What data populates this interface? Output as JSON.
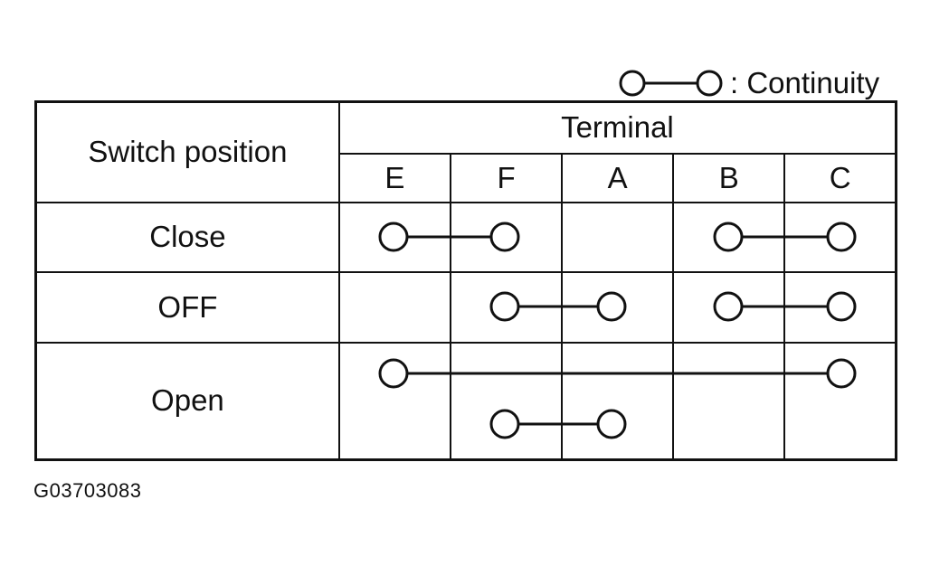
{
  "legend": {
    "symbol_icon": "continuity-symbol-icon",
    "text": ": Continuity"
  },
  "table": {
    "row_header_label": "Switch position",
    "group_header_label": "Terminal",
    "terminals": [
      "E",
      "F",
      "A",
      "B",
      "C"
    ],
    "rows": [
      {
        "label": "Close",
        "connections": [
          [
            "E",
            "F"
          ],
          [
            "B",
            "C"
          ]
        ]
      },
      {
        "label": "OFF",
        "connections": [
          [
            "F",
            "A"
          ],
          [
            "B",
            "C"
          ]
        ]
      },
      {
        "label": "Open",
        "connections": [
          [
            "E",
            "C"
          ],
          [
            "F",
            "A"
          ]
        ]
      }
    ]
  },
  "figure_code": "G03703083"
}
